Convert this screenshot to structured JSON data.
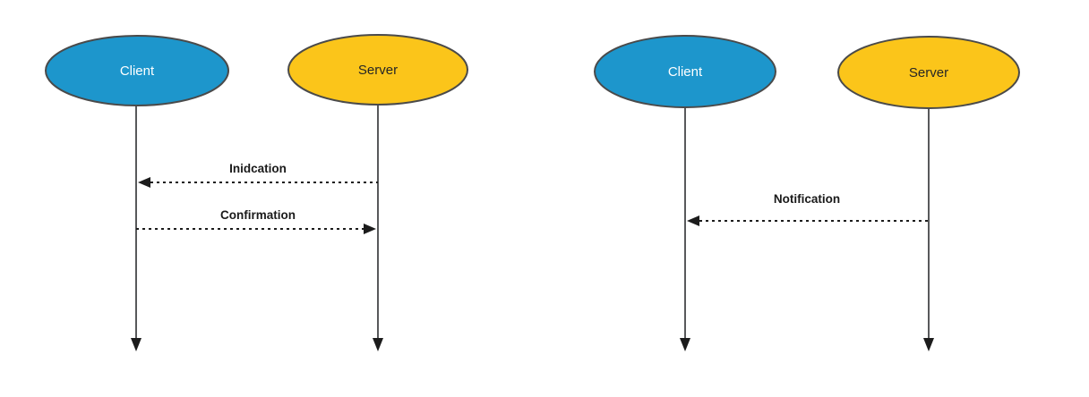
{
  "colors": {
    "client_fill": "#1d96cc",
    "server_fill": "#fbc51a",
    "node_outline": "#4a4a4a",
    "lifeline": "#58595b",
    "arrow": "#1c1c1c",
    "client_label": "#ffffff",
    "server_label": "#262626",
    "message_label": "#1a1a1a"
  },
  "left_diagram": {
    "actors": [
      {
        "name": "Client"
      },
      {
        "name": "Server"
      }
    ],
    "messages": [
      {
        "label": "Inidcation",
        "from": "Server",
        "to": "Client",
        "style": "dashed"
      },
      {
        "label": "Confirmation",
        "from": "Client",
        "to": "Server",
        "style": "dashed"
      }
    ]
  },
  "right_diagram": {
    "actors": [
      {
        "name": "Client"
      },
      {
        "name": "Server"
      }
    ],
    "messages": [
      {
        "label": "Notification",
        "from": "Server",
        "to": "Client",
        "style": "dashed"
      }
    ]
  }
}
